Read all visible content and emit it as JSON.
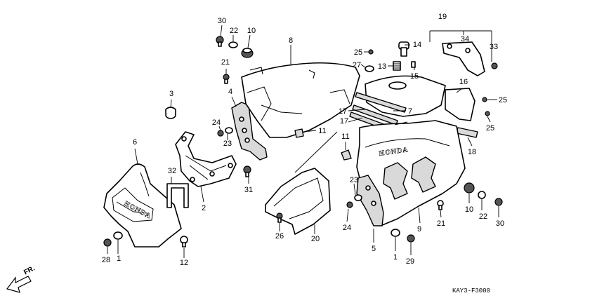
{
  "diagram_code": "KAY3-F3000",
  "front_marker": "FR.",
  "brand_text": "HONDA",
  "callouts": [
    "30",
    "22",
    "10",
    "8",
    "19",
    "34",
    "33",
    "14",
    "25",
    "13",
    "15",
    "27",
    "21",
    "3",
    "4",
    "24",
    "23",
    "11",
    "17",
    "7",
    "16",
    "25",
    "6",
    "32",
    "2",
    "31",
    "26",
    "20",
    "1",
    "28",
    "12",
    "23",
    "24",
    "5",
    "1",
    "29",
    "21",
    "9",
    "10",
    "22",
    "30",
    "18",
    "25",
    "17",
    "11"
  ]
}
